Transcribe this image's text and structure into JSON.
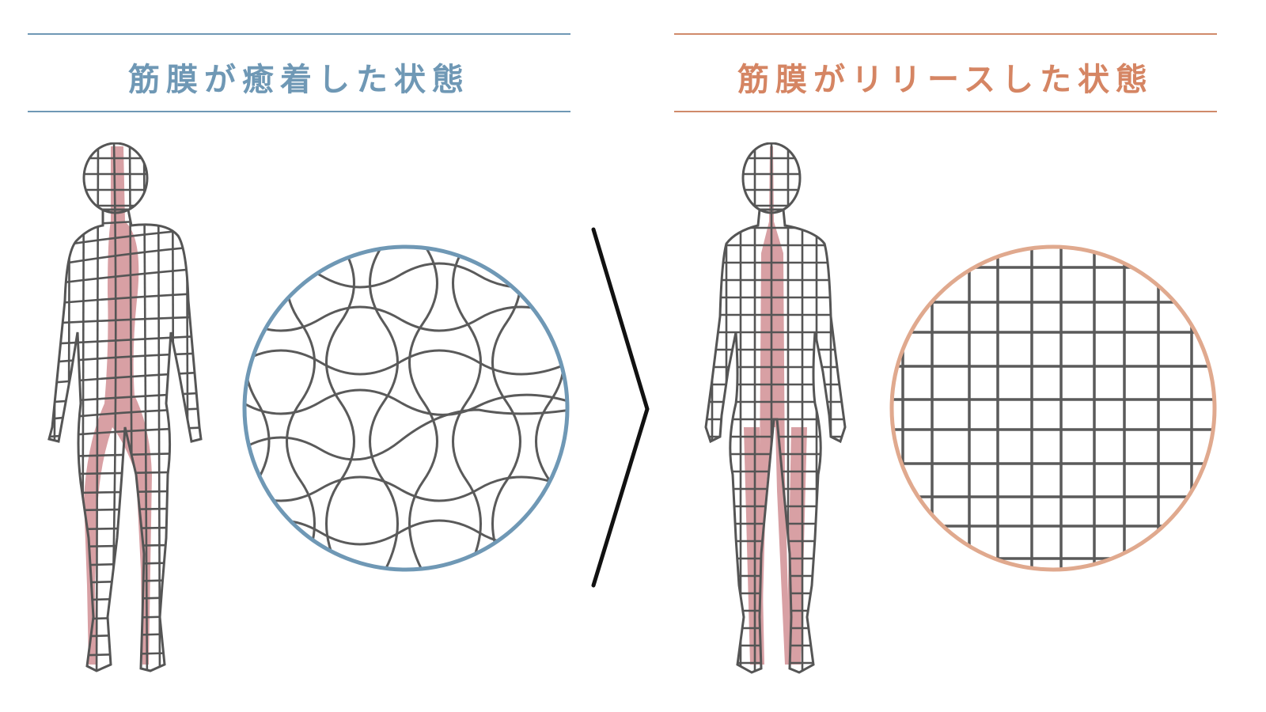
{
  "left_panel": {
    "title": "筋膜が癒着した状態",
    "accent_color": "#6f98b5",
    "figure": "body-grid-distorted",
    "zoom": "fascia-mesh-tangled"
  },
  "right_panel": {
    "title": "筋膜がリリースした状態",
    "accent_color": "#d58563",
    "figure": "body-grid-aligned",
    "zoom": "fascia-mesh-regular"
  },
  "divider": {
    "icon": "chevron-right-icon",
    "color": "#111111"
  },
  "colors": {
    "grid_line": "#555555",
    "highlight": "#d8a0a4"
  }
}
